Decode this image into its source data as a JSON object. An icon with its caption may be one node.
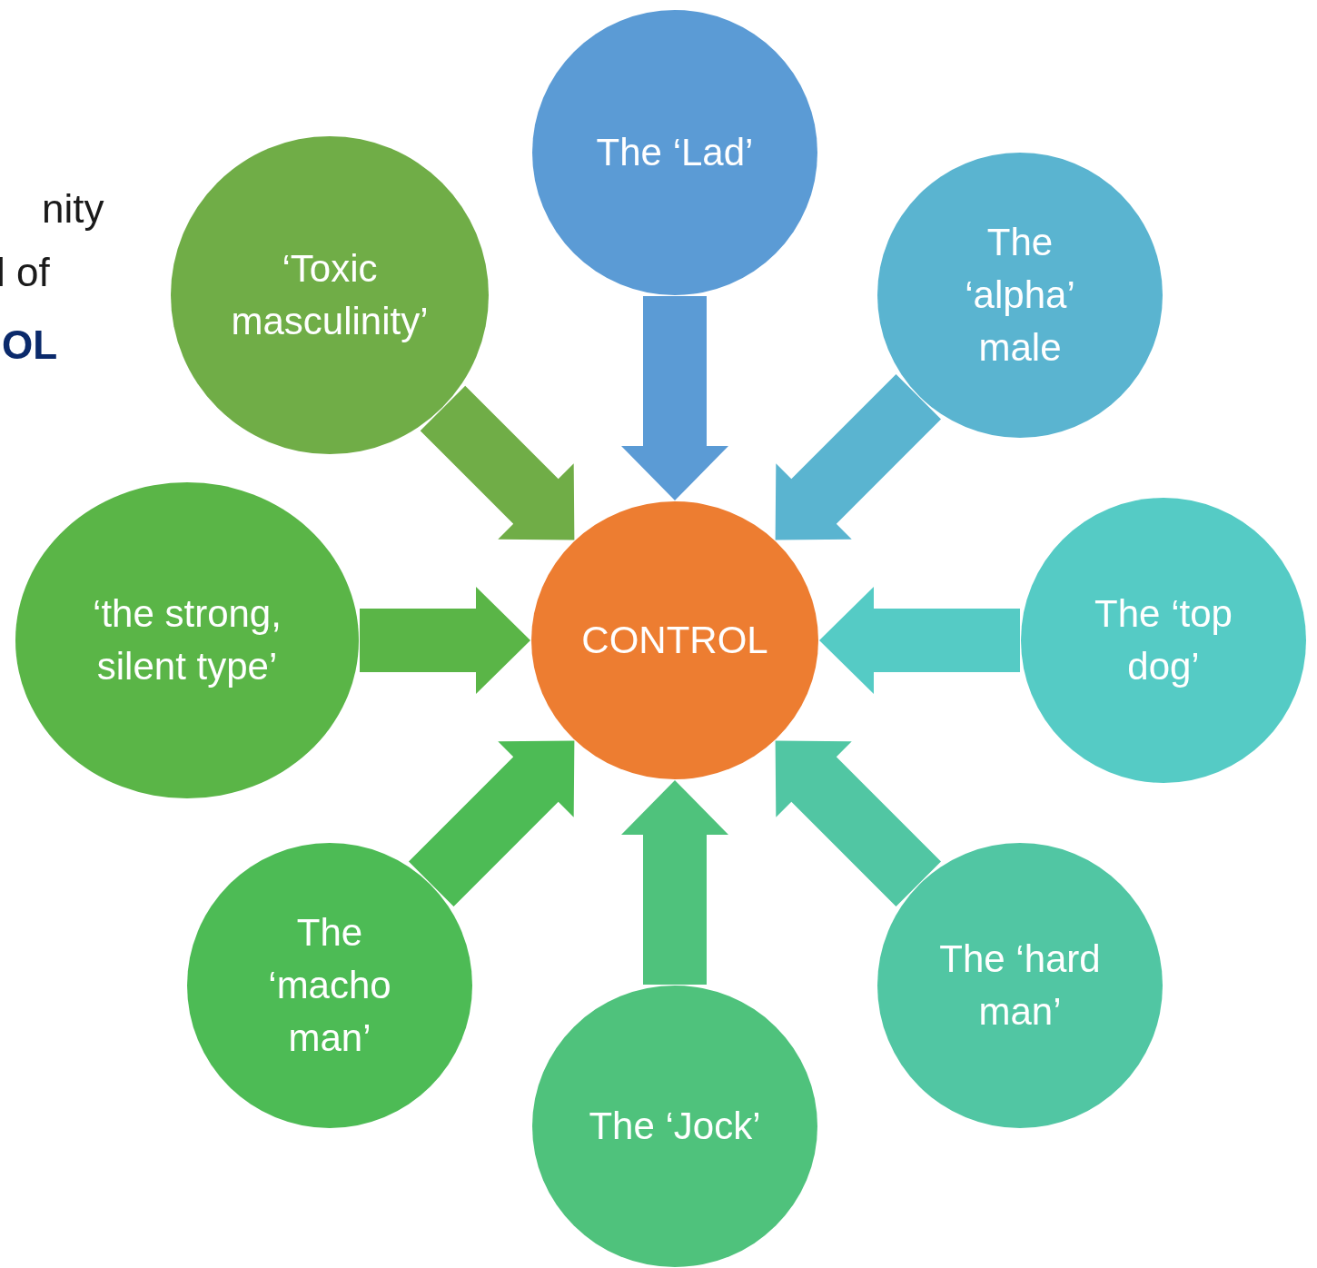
{
  "diagram": {
    "nodes": [
      {
        "text": [
          "CONTROL"
        ]
      },
      {
        "text": [
          "The ‘Lad’"
        ]
      },
      {
        "text": [
          "The ‘alpha’ male"
        ]
      },
      {
        "text": [
          "The ‘top dog’"
        ]
      },
      {
        "text": [
          "The ‘hard man’"
        ]
      },
      {
        "text": [
          "The ‘Jock’"
        ]
      },
      {
        "text": [
          "The ‘macho man’"
        ]
      },
      {
        "text": [
          "‘the strong, silent type’"
        ]
      },
      {
        "text": [
          "‘Toxic masculinity’"
        ]
      }
    ],
    "edges": [
      {
        "from": 1,
        "to": 0,
        "arrow": "to",
        "style": "thick",
        "color": "#5b9bd5"
      },
      {
        "from": 2,
        "to": 0,
        "arrow": "to",
        "style": "thick",
        "color": "#5ab4d0"
      },
      {
        "from": 3,
        "to": 0,
        "arrow": "to",
        "style": "thick",
        "color": "#55cbc5"
      },
      {
        "from": 4,
        "to": 0,
        "arrow": "to",
        "style": "thick",
        "color": "#51c6a3"
      },
      {
        "from": 5,
        "to": 0,
        "arrow": "to",
        "style": "thick",
        "color": "#4fc27c"
      },
      {
        "from": 6,
        "to": 0,
        "arrow": "to",
        "style": "thick",
        "color": "#4dbb55"
      },
      {
        "from": 7,
        "to": 0,
        "arrow": "to",
        "style": "thick",
        "color": "#5ab547"
      },
      {
        "from": 8,
        "to": 0,
        "arrow": "to",
        "style": "thick",
        "color": "#70ad47"
      }
    ],
    "labels": [
      "nity",
      "l of",
      "OL"
    ]
  }
}
